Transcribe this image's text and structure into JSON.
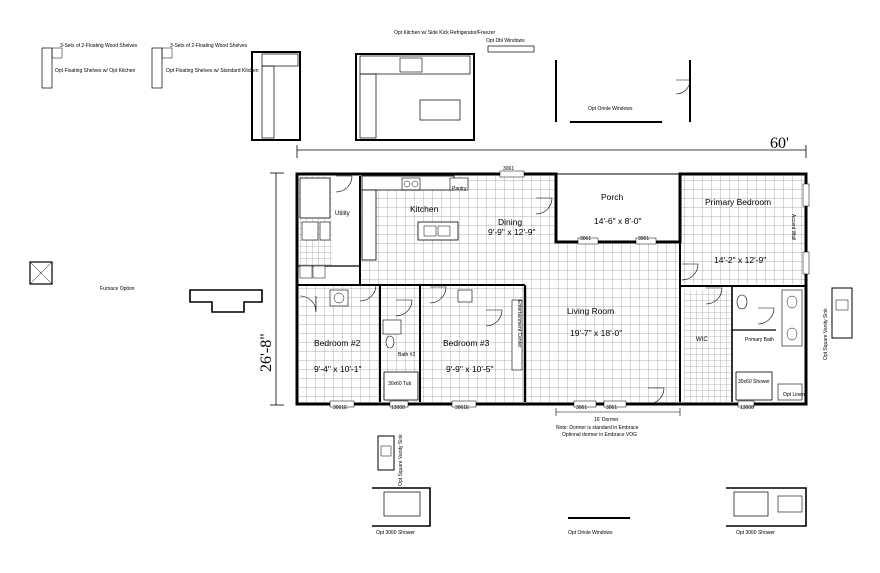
{
  "dimensions": {
    "width_label": "60'",
    "depth_label": "26'-8\""
  },
  "rooms": {
    "porch": {
      "name": "Porch",
      "size": "14'-6\" x 8'-0\""
    },
    "primary_bedroom": {
      "name": "Primary Bedroom",
      "size": "14'-2\" x 12'-9\""
    },
    "kitchen": {
      "name": "Kitchen"
    },
    "dining": {
      "name": "Dining",
      "size": "9'-9\" x 12'-9\""
    },
    "utility": {
      "name": "Utility"
    },
    "living_room": {
      "name": "Living Room",
      "size": "19'-7\" x 18'-0\""
    },
    "bedroom2": {
      "name": "Bedroom #2",
      "size": "9'-4\" x 10'-1\""
    },
    "bedroom3": {
      "name": "Bedroom #3",
      "size": "9'-9\" x 10'-5\""
    },
    "bath2": {
      "name": "Bath #2"
    },
    "primary_bath": {
      "name": "Primary Bath"
    },
    "wic": {
      "name": "WIC"
    }
  },
  "window_labels": {
    "top_kitchen": "3061",
    "porch_left": "3061",
    "porch_right": "3061",
    "bottom_bed2": "3061E",
    "bottom_bath2": "13008",
    "bottom_bed3": "3061E",
    "bottom_living1": "3061",
    "bottom_living2": "3061",
    "bottom_pbath": "13008"
  },
  "option_labels": {
    "floating_shelves_kitchen": "Opt Floating Shelves w/ Opt Kitchen",
    "floating_shelves_std": "Opt Floating Shelves w/ Standard Kitchen",
    "shelves_note_1": "3-Sets of 2-Floating Wood Shelves",
    "shelves_note_2": "3-Sets of 2-Floating Wood Shelves",
    "kitchen_side_kick": "Opt Kitchen w/ Side Kick Refrigerator/Freezer",
    "dbl_windows": "Opt Dbl Windows",
    "oriole_windows": "Opt Oriole Windows",
    "furnace": "Furnace Option",
    "square_vanity_right": "Opt Square Vanity Sink",
    "square_vanity_left": "Opt Square Vanity Sink",
    "shower_left": "Opt 3060 Shower",
    "shower_right": "Opt 3060 Shower",
    "oriole_bottom": "Opt Oriole Windows"
  },
  "misc_labels": {
    "dormer": "16' Dormer",
    "dormer_note_1": "Note: Dormer is standard in Embrace",
    "dormer_note_2": "Optional dormer in Embrace VOG",
    "ent_center": "Entertainment Center",
    "accent_wall": "Accent Wall",
    "pantry": "Pantry",
    "tub": "30x60 Tub",
    "shower": "30x60 Shower",
    "linen": "Opt Linen"
  }
}
